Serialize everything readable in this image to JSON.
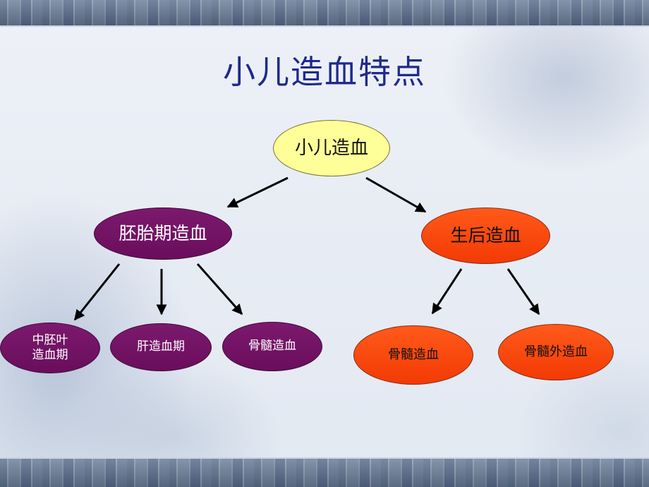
{
  "title": "小儿造血特点",
  "diagram": {
    "root": "小儿造血",
    "branches": [
      {
        "label": "胚胎期造血",
        "children": [
          "中胚叶\n造血期",
          "肝造血期",
          "骨髓造血"
        ]
      },
      {
        "label": "生后造血",
        "children": [
          "骨髓造血",
          "骨髓外造血"
        ]
      }
    ]
  },
  "colors": {
    "title": "#1f2a8c",
    "root_fill": "#ffff99",
    "embryo_fill": "#6a0d5c",
    "postnatal_fill": "#f33a05",
    "arrow": "#000000"
  }
}
